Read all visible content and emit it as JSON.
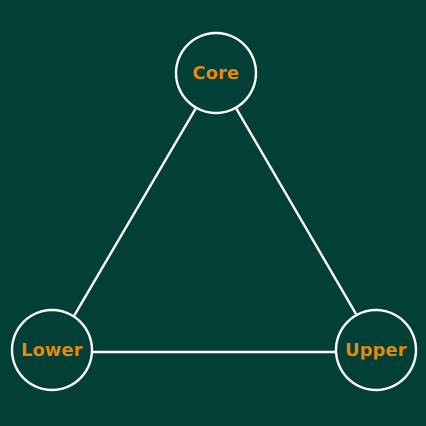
{
  "colors": {
    "background": "#023f37",
    "line": "#ffffff",
    "label": "#e8890c"
  },
  "nodes": [
    {
      "id": "core",
      "label": "Core"
    },
    {
      "id": "lower",
      "label": "Lower"
    },
    {
      "id": "upper",
      "label": "Upper"
    }
  ],
  "edges": [
    {
      "from": "core",
      "to": "lower"
    },
    {
      "from": "core",
      "to": "upper"
    },
    {
      "from": "lower",
      "to": "upper"
    }
  ]
}
